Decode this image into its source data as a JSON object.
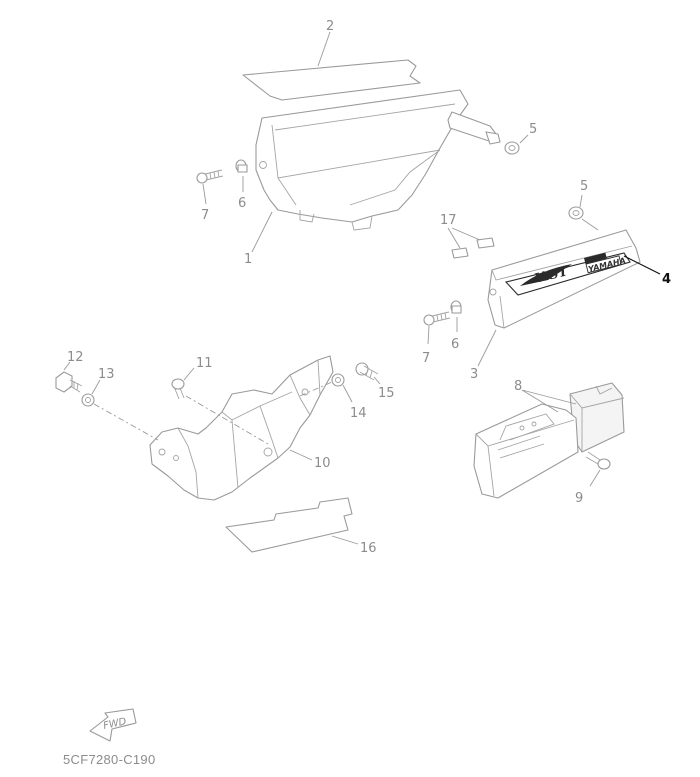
{
  "diagram": {
    "code": "5CF7280-C190",
    "fwd_label": "FWD",
    "callouts": {
      "p1": "1",
      "p2": "2",
      "p3": "3",
      "p4": "4",
      "p5a": "5",
      "p5b": "5",
      "p6a": "6",
      "p6b": "6",
      "p7a": "7",
      "p7b": "7",
      "p8": "8",
      "p9": "9",
      "p10": "10",
      "p11": "11",
      "p12": "12",
      "p13": "13",
      "p14": "14",
      "p15": "15",
      "p16": "16",
      "p17": "17"
    }
  },
  "colors": {
    "line": "#9a9a9a",
    "highlight": "#111111",
    "background": "#ffffff"
  }
}
